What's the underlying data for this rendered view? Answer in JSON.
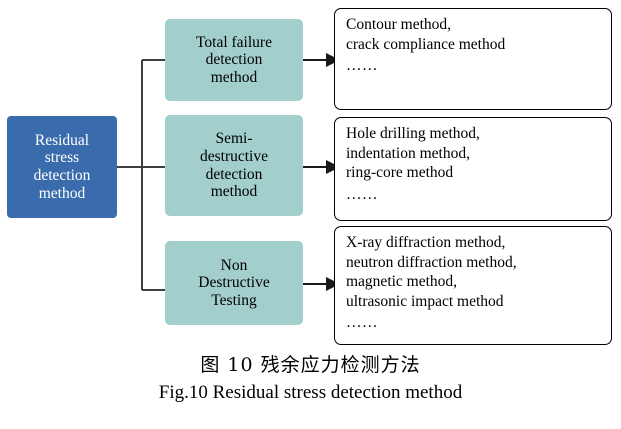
{
  "figure": {
    "root": {
      "label": "Residual\nstress\ndetection\nmethod",
      "lines": [
        "Residual",
        "stress",
        "detection",
        "method"
      ],
      "fill_color": "#3a6cad",
      "text_color": "#ffffff"
    },
    "categories": [
      {
        "id": "total-failure",
        "lines": [
          "Total failure",
          "detection",
          "method"
        ],
        "fill_color": "#a2cecb"
      },
      {
        "id": "semi-destructive",
        "lines": [
          "Semi-",
          "destructive",
          "detection",
          "method"
        ],
        "fill_color": "#a2cecb"
      },
      {
        "id": "non-destructive-testing",
        "lines": [
          "Non",
          "Destructive",
          "Testing"
        ],
        "fill_color": "#a2cecb"
      }
    ],
    "details": [
      {
        "id": "total-failure-methods",
        "lines": [
          "Contour method,",
          "crack compliance method"
        ],
        "ellipsis": "……"
      },
      {
        "id": "semi-destructive-methods",
        "lines": [
          "Hole drilling method,",
          "indentation method,",
          "ring-core method"
        ],
        "ellipsis": "……"
      },
      {
        "id": "non-destructive-methods",
        "lines": [
          "X-ray diffraction method,",
          "neutron diffraction method,",
          "magnetic method,",
          "ultrasonic impact method"
        ],
        "ellipsis": "……"
      }
    ],
    "line_color": "#3f3f3f"
  },
  "caption": {
    "chinese": "图 10  残余应力检测方法",
    "english": "Fig.10 Residual stress detection method"
  }
}
